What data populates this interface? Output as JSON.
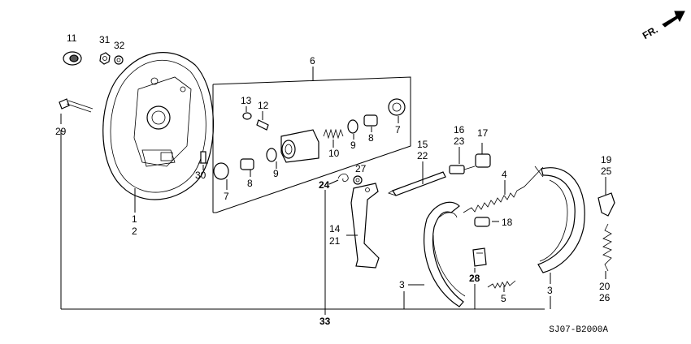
{
  "diagram": {
    "direction_label": "FR.",
    "drawing_code": "SJ07-B2000A",
    "callouts": {
      "c11": "11",
      "c31": "31",
      "c32": "32",
      "c29": "29",
      "c30": "30",
      "c1": "1",
      "c2": "2",
      "c6": "6",
      "c13": "13",
      "c12": "12",
      "c10": "10",
      "c9a": "9",
      "c9b": "9",
      "c8a": "8",
      "c8b": "8",
      "c7a": "7",
      "c7b": "7",
      "c15": "15",
      "c22": "22",
      "c16": "16",
      "c23": "23",
      "c17": "17",
      "c4": "4",
      "c18": "18",
      "c19": "19",
      "c25": "25",
      "c24": "24",
      "c27": "27",
      "c14": "14",
      "c21": "21",
      "c3a": "3",
      "c3b": "3",
      "c28": "28",
      "c5": "5",
      "c20": "20",
      "c26": "26",
      "c33": "33"
    }
  }
}
